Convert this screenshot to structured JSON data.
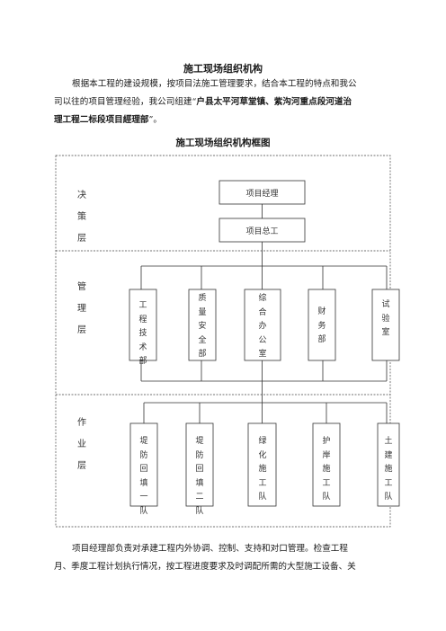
{
  "document": {
    "title": "施工现场组织机构",
    "intro_line1": "根据本工程的建设规模，按项目法施工管理要求，结合本工程的特点和我公",
    "intro_line2": "司以往的项目管理经验，我公司组建“",
    "intro_highlight_a": "户县太平河草堂镇、紫沟河重点段河道治",
    "intro_highlight_b": "理工程二标段项目經理部",
    "intro_end": "”。",
    "chart_title": "施工现场组织机构框图",
    "outro_line1": "项目经理部负责对承建工程内外协调、控制、支持和对口管理。检查工程",
    "outro_line2": "月、季度工程计划执行情况，按工程进度要求及时调配所需的大型施工设备、关"
  },
  "org_chart": {
    "layers": [
      "决策层",
      "管理层",
      "作业层"
    ],
    "decision": [
      "项目经理",
      "项目总工"
    ],
    "management": [
      "工程技术部",
      "质量安全部",
      "综合办公室",
      "财务部",
      "试验室"
    ],
    "operation": [
      "堤防回填一队",
      "堤防回填二队",
      "绿化施工队",
      "护岸施工队",
      "土建施工队"
    ]
  }
}
